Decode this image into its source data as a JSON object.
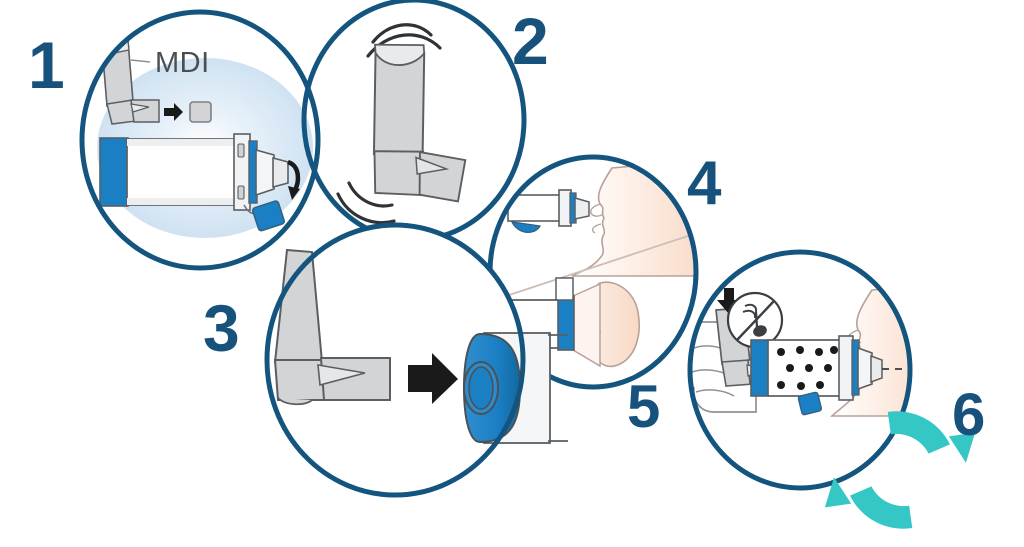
{
  "document": {
    "title": "Metered-Dose Inhaler with Spacer — 6 Step Instructions",
    "type": "pictogram-instruction-sequence",
    "step_count": 6
  },
  "colors": {
    "circle_outline": "#14557f",
    "number_navy": "#17527d",
    "device_blue": "#1b7fc4",
    "device_blue_dark": "#1164a0",
    "teal_repeat": "#35c6c6",
    "device_grey": "#d2d4d6",
    "device_grey_light": "#e9eaec",
    "outline_grey": "#5a5f63",
    "skin": "#fbe5d8",
    "skin_line": "#b7a298",
    "glow_blue": "#d7e7f5",
    "white": "#ffffff",
    "arrow_black": "#1a1a1a",
    "label_text": "#4a4f54"
  },
  "steps": [
    {
      "number": "1",
      "name": "remove-cap",
      "label_text": "MDI",
      "label_name": "mdi-callout-label",
      "description": "Remove the cap from the MDI and from the spacer mouthpiece",
      "elements": [
        "mdi-inhaler",
        "mdi-cap",
        "small-arrow",
        "spacer-body",
        "spacer-blue-endcap",
        "blue-mouthpiece-cap",
        "curved-arrow",
        "blue-glow"
      ]
    },
    {
      "number": "2",
      "name": "shake-inhaler",
      "label_text": "",
      "description": "Shake the metered-dose inhaler well",
      "elements": [
        "mdi-inhaler-tilted",
        "motion-arc-top",
        "motion-arc-bottom"
      ]
    },
    {
      "number": "3",
      "name": "insert-inhaler",
      "label_text": "",
      "description": "Insert the inhaler mouthpiece into the back of the spacer",
      "elements": [
        "mdi-inhaler-large",
        "black-arrow",
        "spacer-back-port",
        "oval-opening"
      ]
    },
    {
      "number": "4",
      "name": "seal-lips-or-mask",
      "label_text": "",
      "description": "Seal lips around the mouthpiece, or place the mask over nose and mouth",
      "elements": [
        "face-profile-mouthpiece",
        "divider-line",
        "face-front-mask"
      ]
    },
    {
      "number": "5",
      "name": "press-and-breathe",
      "label_text": "",
      "description": "Press the inhaler once and breathe slowly; no whistle should sound",
      "elements": [
        "hand",
        "down-arrow",
        "no-whistle-icon",
        "spacer-with-vents",
        "face-profile",
        "airflow-dashes"
      ]
    },
    {
      "number": "6",
      "name": "repeat",
      "label_text": "",
      "description": "Repeat the steps for the next dose",
      "elements": [
        "repeat-cycle-icon"
      ]
    }
  ],
  "icons": {
    "no_whistle": "no-whistle-prohibition-icon",
    "repeat": "circular-repeat-arrows-icon",
    "press_down": "down-arrow-icon",
    "insert": "right-arrow-icon",
    "detach": "curved-arrow-icon",
    "shake": "motion-arc-icon"
  }
}
